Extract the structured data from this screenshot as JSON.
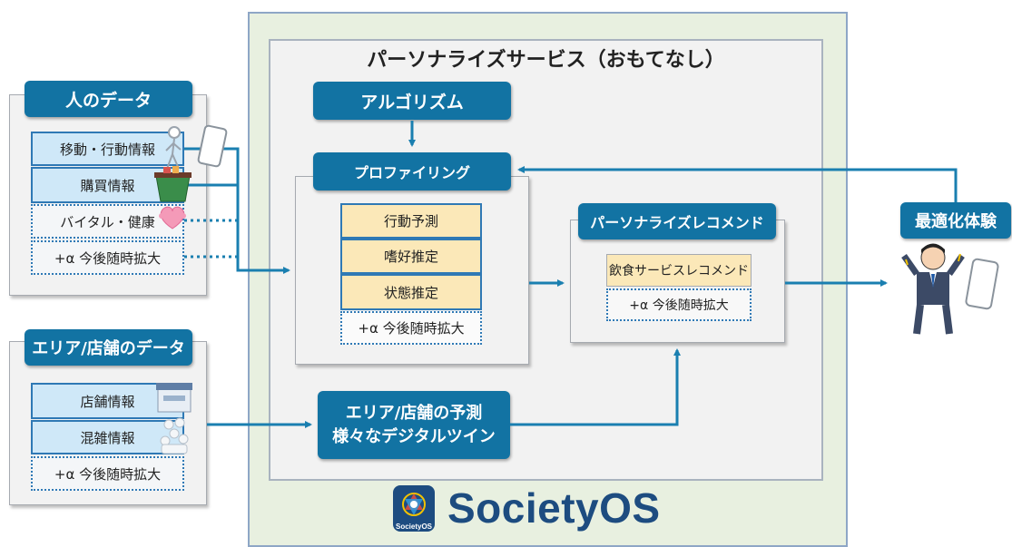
{
  "person_data": {
    "title": "人のデータ",
    "items": [
      "移動・行動情報",
      "購買情報",
      "バイタル・健康",
      "+α 今後随時拡大"
    ]
  },
  "area_data": {
    "title": "エリア/店舗のデータ",
    "items": [
      "店舗情報",
      "混雑情報",
      "+α 今後随時拡大"
    ]
  },
  "personalize": {
    "title": "パーソナライズサービス（おもてなし）",
    "algorithm": "アルゴリズム",
    "profiling": {
      "title": "プロファイリング",
      "items": [
        "行動予測",
        "嗜好推定",
        "状態推定",
        "+α 今後随時拡大"
      ]
    },
    "recommend": {
      "title": "パーソナライズレコメンド",
      "items": [
        "飲食サービスレコメンド",
        "+α 今後随時拡大"
      ]
    },
    "twin": {
      "line1": "エリア/店舗の予測",
      "line2": "様々なデジタルツイン"
    }
  },
  "optimized": {
    "title": "最適化体験"
  },
  "brand": {
    "name": "SocietyOS",
    "logo_caption": "SocietyOS"
  },
  "colors": {
    "accent": "#1273a3",
    "light_blue": "#cfe8f8",
    "yellow": "#fbe8b8",
    "arrow": "#1a7fb0"
  }
}
